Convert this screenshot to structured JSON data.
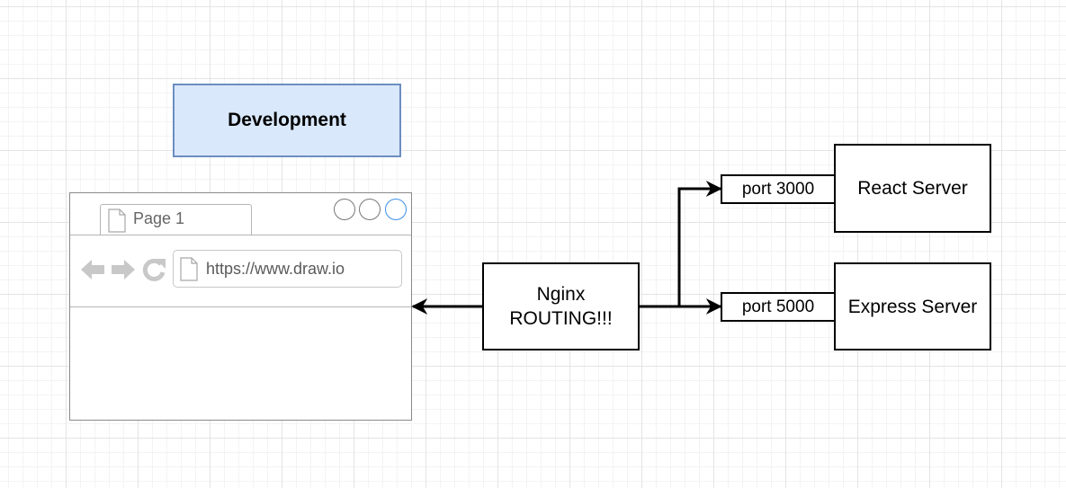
{
  "diagram": {
    "title": "Development",
    "browser": {
      "tab_label": "Page 1",
      "url": "https://www.draw.io"
    },
    "nginx": {
      "line1": "Nginx",
      "line2": "ROUTING!!!"
    },
    "ports": [
      {
        "label": "port 3000",
        "server": "React Server"
      },
      {
        "label": "port 5000",
        "server": "Express Server"
      }
    ]
  },
  "colors": {
    "title_fill": "#dae8fc",
    "title_stroke": "#6c8ebf",
    "active_window_button": "#3d8fe8",
    "browser_icons": "#c8c8c8"
  }
}
